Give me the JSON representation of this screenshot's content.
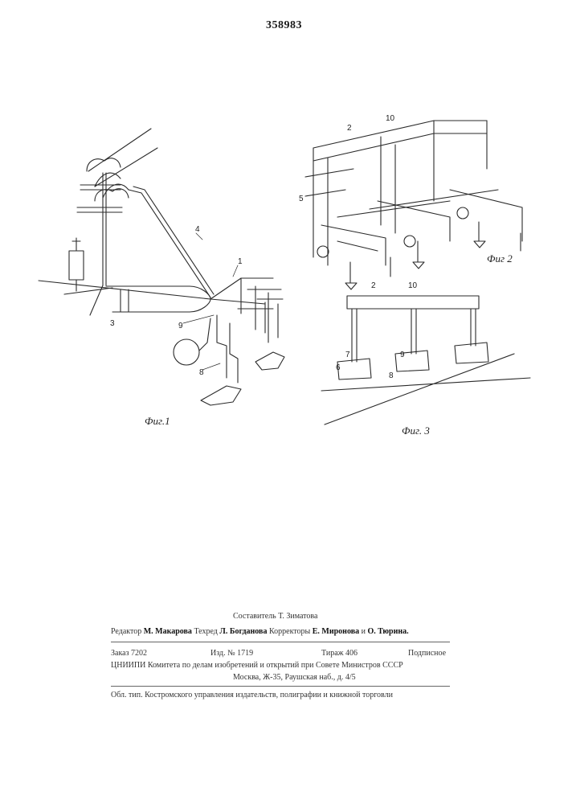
{
  "header": {
    "patent_number": "358983"
  },
  "figures": {
    "fig1": {
      "caption": "Фиг.1",
      "labels": [
        "4",
        "1",
        "3",
        "9",
        "8"
      ]
    },
    "fig2": {
      "caption": "Фиг 2",
      "labels": [
        "2",
        "10",
        "5"
      ]
    },
    "fig3": {
      "caption": "Фиг. 3",
      "labels": [
        "2",
        "10",
        "7",
        "6",
        "9",
        "8"
      ]
    }
  },
  "colophon": {
    "compiler": "Составитель Т. Зиматова",
    "editor_label": "Редактор",
    "editor": "М. Макарова",
    "techred_label": "Техред",
    "techred": "Л. Богданова",
    "correctors_label": "Корректоры",
    "corrector1": "Е. Миронова",
    "and": "и",
    "corrector2": "О. Тюрина.",
    "order": "Заказ 7202",
    "izd": "Изд. № 1719",
    "tirazh": "Тираж 406",
    "podpisnoe": "Подписное",
    "org_line1": "ЦНИИПИ Комитета по делам изобретений и открытий при Совете Министров СССР",
    "org_line2": "Москва, Ж-35, Раушская наб., д. 4/5",
    "printer": "Обл. тип. Костромского управления издательств, полиграфии и книжной торговли"
  }
}
